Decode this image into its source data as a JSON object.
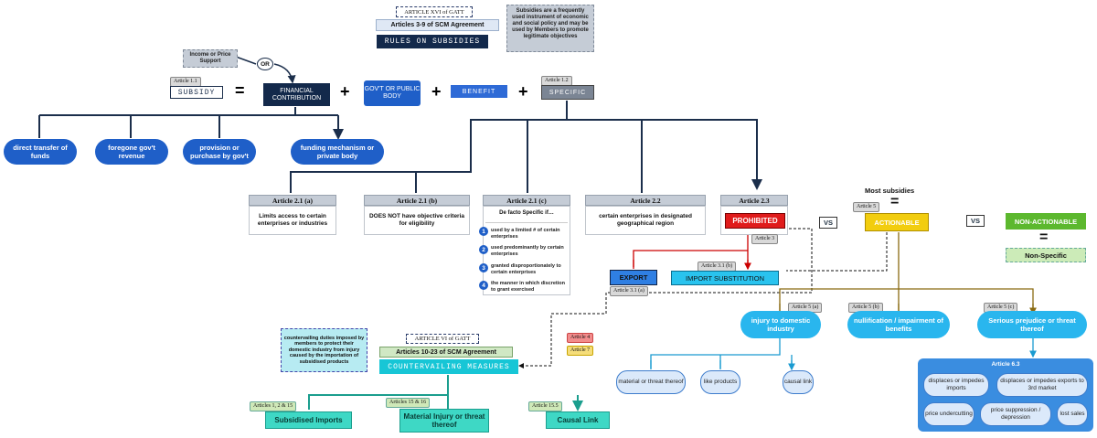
{
  "header": {
    "art16_tag": "ARTICLE XVI of GATT",
    "scm_3_9": "Articles 3-9 of SCM Agreement",
    "rules_title": "RULES ON SUBSIDIES",
    "subsidies_note": "Subsidies are a frequently used instrument of economic and social policy and may be used by Members to promote legitimate objectives"
  },
  "definition": {
    "income_support": "Income or Price Support",
    "or_label": "OR",
    "art11_tag": "Article 1.1",
    "subsidy": "SUBSIDY",
    "equals": "=",
    "financial_contribution": "FINANCIAL CONTRIBUTION",
    "plus": "+",
    "govt_body": "GOV'T OR PUBLIC BODY",
    "benefit": "BENEFIT",
    "art12_tag": "Article 1.2",
    "specific": "SPECIFIC"
  },
  "contribution_forms": [
    "direct transfer of funds",
    "foregone gov't revenue",
    "provision or purchase by gov't",
    "funding mechanism or private body"
  ],
  "specificity": {
    "a21a_title": "Article 2.1 (a)",
    "a21a_body": "Limits access to certain enterprises or industries",
    "a21b_title": "Article 2.1 (b)",
    "a21b_body": "DOES NOT have objective criteria for eligibility",
    "a21c_title": "Article 2.1 (c)",
    "a21c_head": "De facto Specific if…",
    "a21c_items": [
      "used by a limited # of certain enterprises",
      "used predominantly by certain enterprises",
      "granted disproportionately to certain enterprises",
      "the manner in which discretion to grant exercised"
    ],
    "a22_title": "Article 2.2",
    "a22_body": "certain enterprises in designated geographical region",
    "a23_title": "Article 2.3"
  },
  "categories": {
    "prohibited": "PROHIBITED",
    "art3_tag": "Article 3",
    "vs": "VS",
    "most_subsidies": "Most subsidies",
    "art5_tag": "Article 5",
    "equals": "=",
    "actionable": "ACTIONABLE",
    "non_actionable": "NON-ACTIONABLE",
    "non_specific": "Non-Specific"
  },
  "prohibited_types": {
    "export": "EXPORT",
    "art31a": "Article 3.1 (a)",
    "import_sub": "IMPORT SUBSTITUTION",
    "art31b": "Article 3.1 (b)"
  },
  "effects": {
    "art5a": "Article 5 (a)",
    "injury": "injury to domestic industry",
    "art5b": "Article 5 (b)",
    "nullification": "nullification / impairment of benefits",
    "art5c": "Article 5 (c)",
    "prejudice": "Serious prejudice or threat thereof",
    "injury_items": [
      "material or threat thereof",
      "like products",
      "causal link"
    ],
    "art63": "Article 6.3",
    "art63_items": [
      "displaces or impedes imports",
      "displaces or impedes exports to 3rd market",
      "price undercutting",
      "price suppression / depression",
      "lost sales"
    ]
  },
  "cvd": {
    "note": "countervailing duties imposed by members to protect their domestic industry from injury caused by the importation of subsidised products",
    "art6_tag": "ARTICLE VI of GATT",
    "scm_10_23": "Articles 10-23 of SCM Agreement",
    "title": "COUNTERVAILING MEASURES",
    "art4_tag": "Article 4",
    "art7_tag": "Article 7",
    "art_1_2_15": "Articles 1, 2 & 15",
    "art_15_16": "Articles 15 & 16",
    "art_155": "Article 15.5",
    "subsidised_imports": "Subsidised Imports",
    "material_injury": "Material Injury or threat thereof",
    "causal_link": "Causal Link"
  }
}
